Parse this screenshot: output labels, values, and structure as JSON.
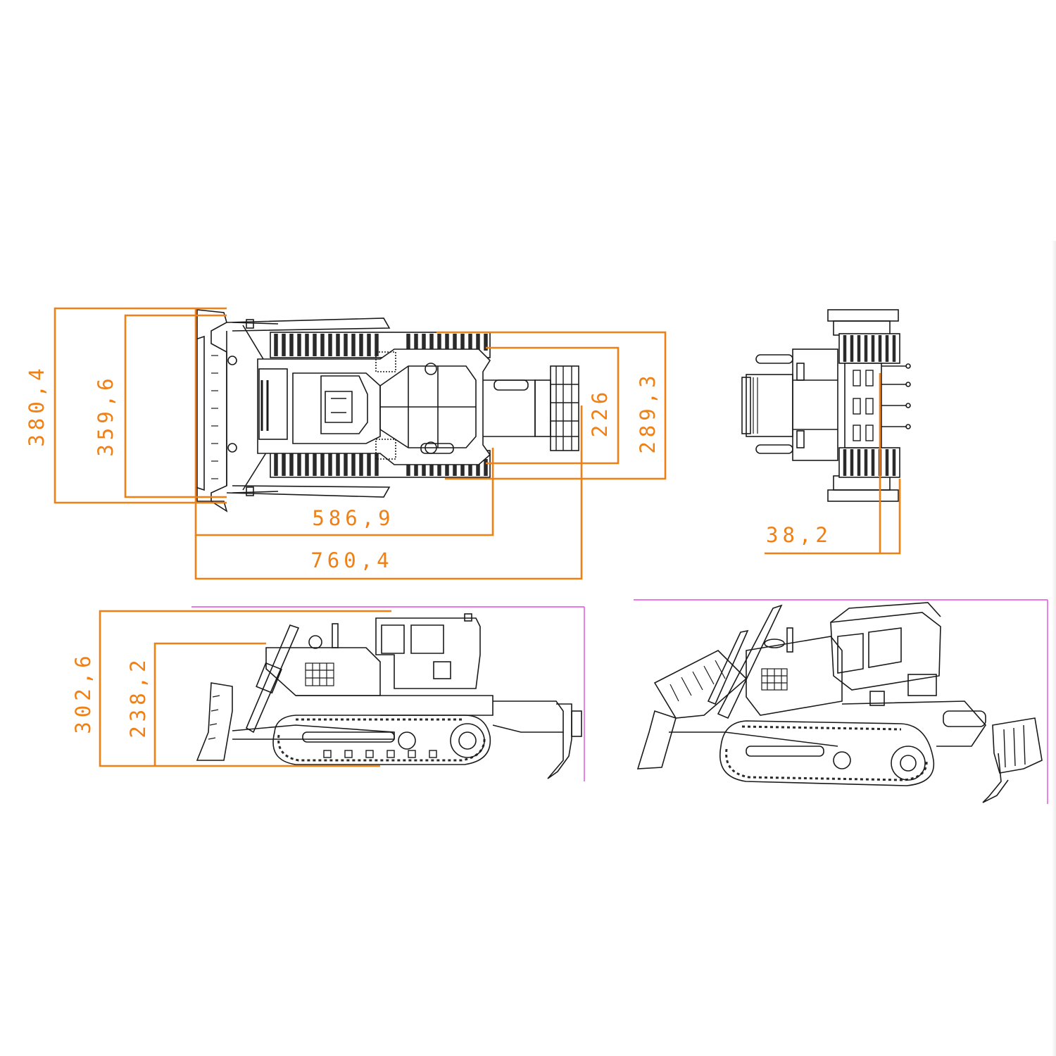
{
  "colors": {
    "dimension": "#f07f14",
    "guide": "#e24ce2",
    "outline": "#1a1a1a",
    "track_fill": "#2a2a2a",
    "background": "#ffffff"
  },
  "views": {
    "top": {
      "name": "top-view"
    },
    "front": {
      "name": "front-view"
    },
    "side": {
      "name": "side-view"
    },
    "perspective": {
      "name": "perspective-view"
    }
  },
  "dimensions": {
    "overall_width": "380,4",
    "blade_width": "359,6",
    "ripper_width": "226",
    "track_width": "289,3",
    "body_length": "586,9",
    "overall_length": "760,4",
    "side_offset": "38,2",
    "overall_height": "302,6",
    "hood_height": "238,2"
  }
}
